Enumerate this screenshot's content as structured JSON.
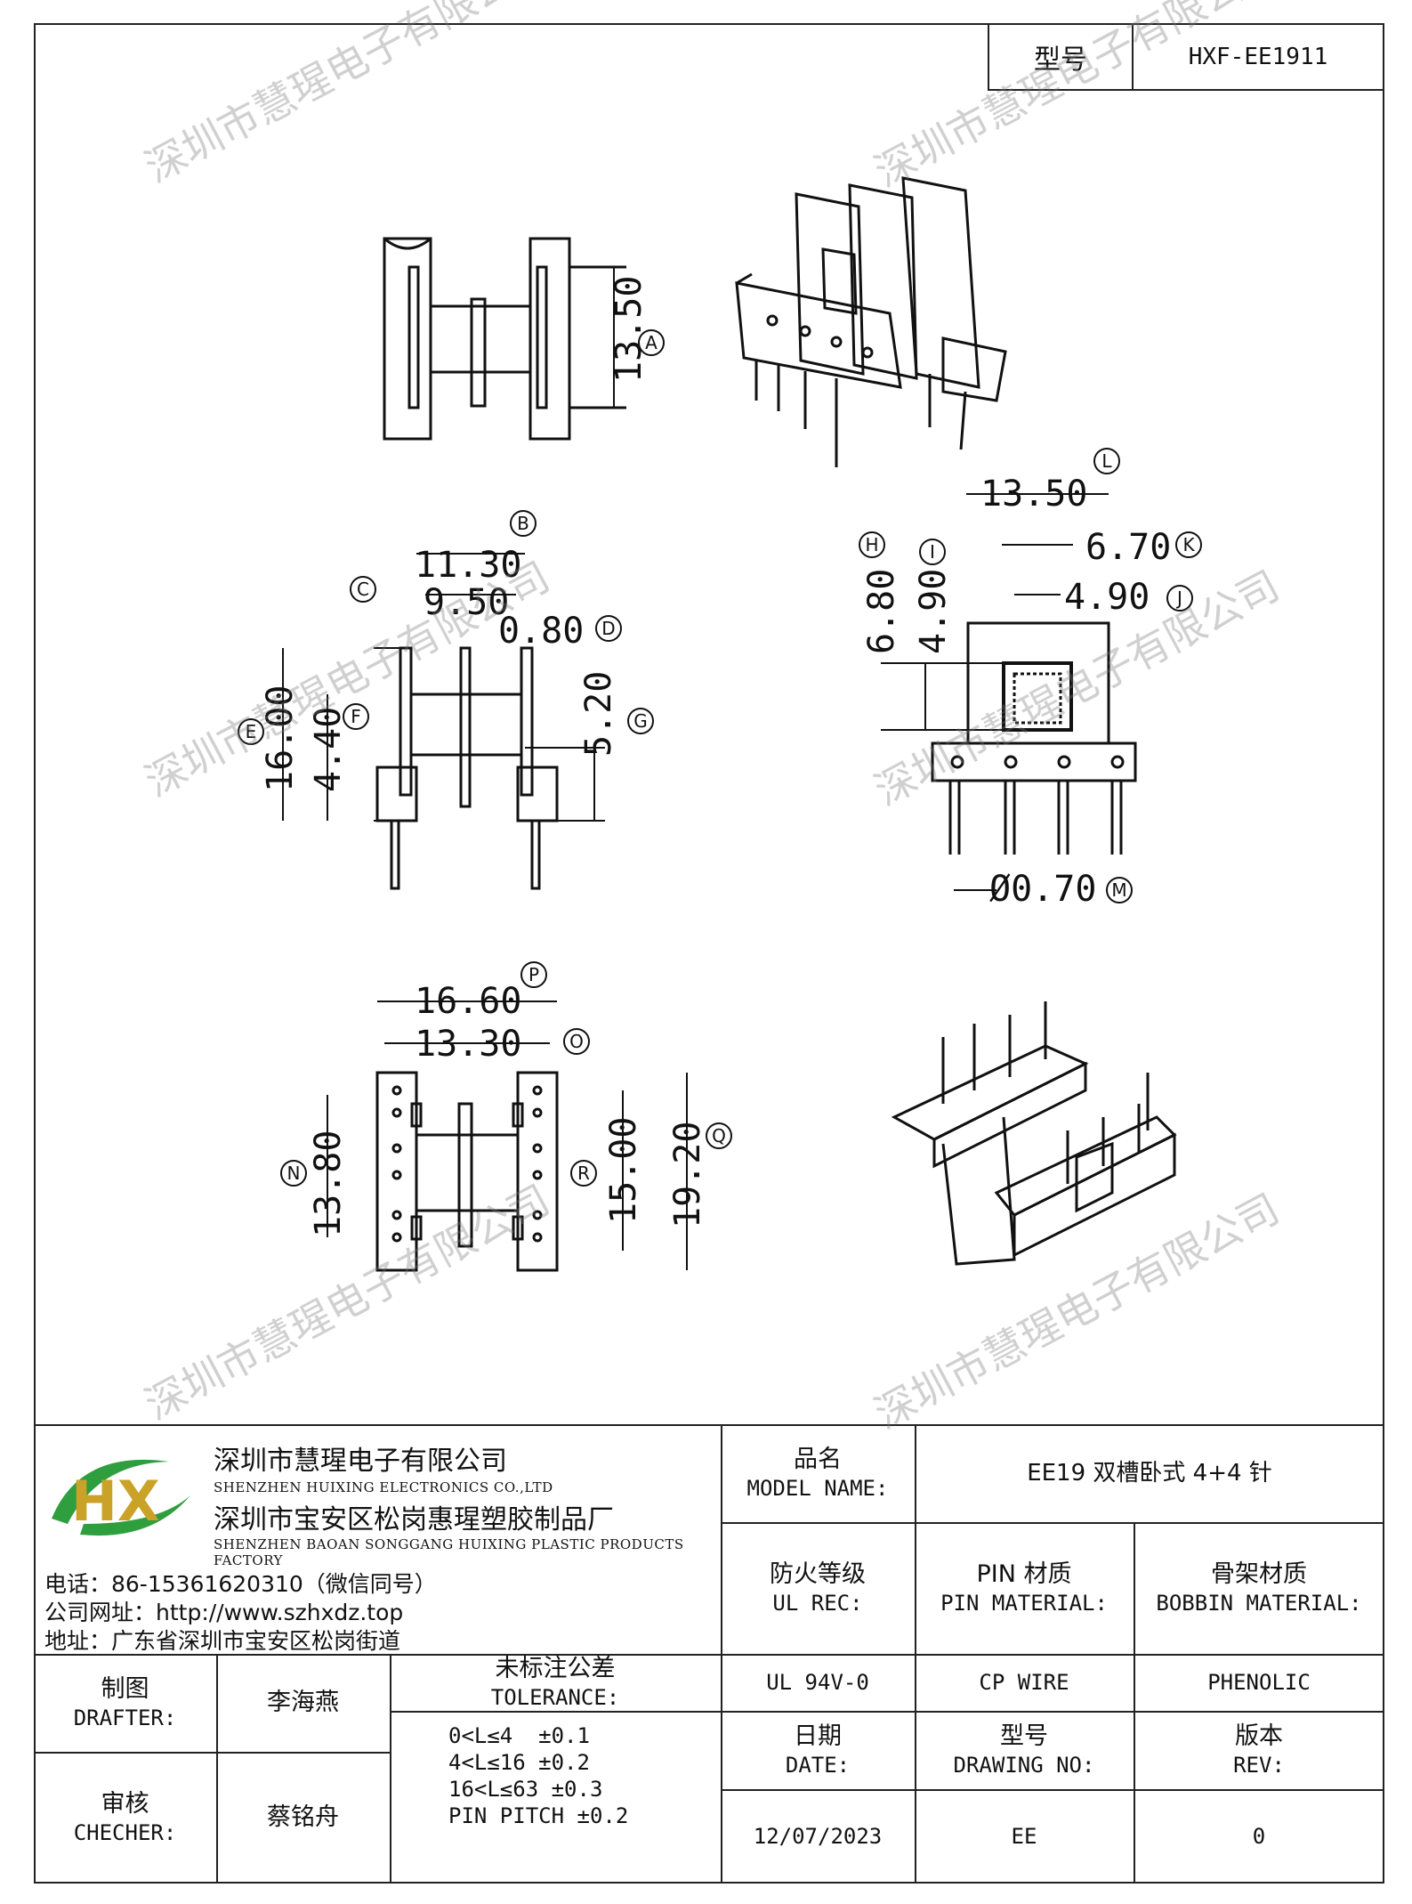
{
  "header": {
    "model_label": "型号",
    "model_value": "HXF-EE1911"
  },
  "dims": {
    "a": "13.50",
    "b": "11.30",
    "c": "9.50",
    "d": "0.80",
    "e": "16.00",
    "f": "4.40",
    "g": "5.20",
    "h": "6.80",
    "i": "4.90",
    "k": "6.70",
    "j": "4.90",
    "l": "13.50",
    "m": "Ø0.70",
    "n": "13.80",
    "o": "13.30",
    "p": "16.60",
    "q": "19.20",
    "r": "15.00"
  },
  "markers": {
    "A": "A",
    "B": "B",
    "C": "C",
    "D": "D",
    "E": "E",
    "F": "F",
    "G": "G",
    "H": "H",
    "I": "I",
    "J": "J",
    "K": "K",
    "L": "L",
    "M": "M",
    "N": "N",
    "O": "O",
    "P": "P",
    "Q": "Q",
    "R": "R"
  },
  "company": {
    "logo_text": "HX",
    "name_cn": "深圳市慧瑆电子有限公司",
    "name_en": "SHENZHEN HUIXING ELECTRONICS CO.,LTD",
    "factory_cn": "深圳市宝安区松岗惠瑆塑胶制品厂",
    "factory_en": "SHENZHEN BAOAN SONGGANG HUIXING PLASTIC PRODUCTS FACTORY",
    "phone": "电话：86-15361620310（微信同号）",
    "website": "公司网址：http://www.szhxdz.top",
    "address": "地址：广东省深圳市宝安区松岗街道"
  },
  "titleblock": {
    "model_name_cn": "品名",
    "model_name_en": "MODEL NAME:",
    "model_name_value": "EE19 双槽卧式 4+4 针",
    "ul_cn": "防火等级",
    "ul_en": "UL REC:",
    "ul_value": "UL 94V-0",
    "pin_cn": "PIN 材质",
    "pin_en": "PIN MATERIAL:",
    "pin_value": "CP WIRE",
    "bobbin_cn": "骨架材质",
    "bobbin_en": "BOBBIN MATERIAL:",
    "bobbin_value": "PHENOLIC",
    "drafter_cn": "制图",
    "drafter_en": "DRAFTER:",
    "drafter_value": "李海燕",
    "checker_cn": "审核",
    "checker_en": "CHECHER:",
    "checker_value": "蔡铭舟",
    "tol_cn": "未标注公差",
    "tol_en": "TOLERANCE:",
    "tol_1": "0<L≤4  ±0.1",
    "tol_2": "4<L≤16 ±0.2",
    "tol_3": "16<L≤63 ±0.3",
    "tol_4": "PIN PITCH ±0.2",
    "date_cn": "日期",
    "date_en": "DATE:",
    "date_value": "12/07/2023",
    "dwg_cn": "型号",
    "dwg_en": "DRAWING NO:",
    "dwg_value": "EE",
    "rev_cn": "版本",
    "rev_en": "REV:",
    "rev_value": "0"
  },
  "watermark": "深圳市慧瑆电子有限公司"
}
